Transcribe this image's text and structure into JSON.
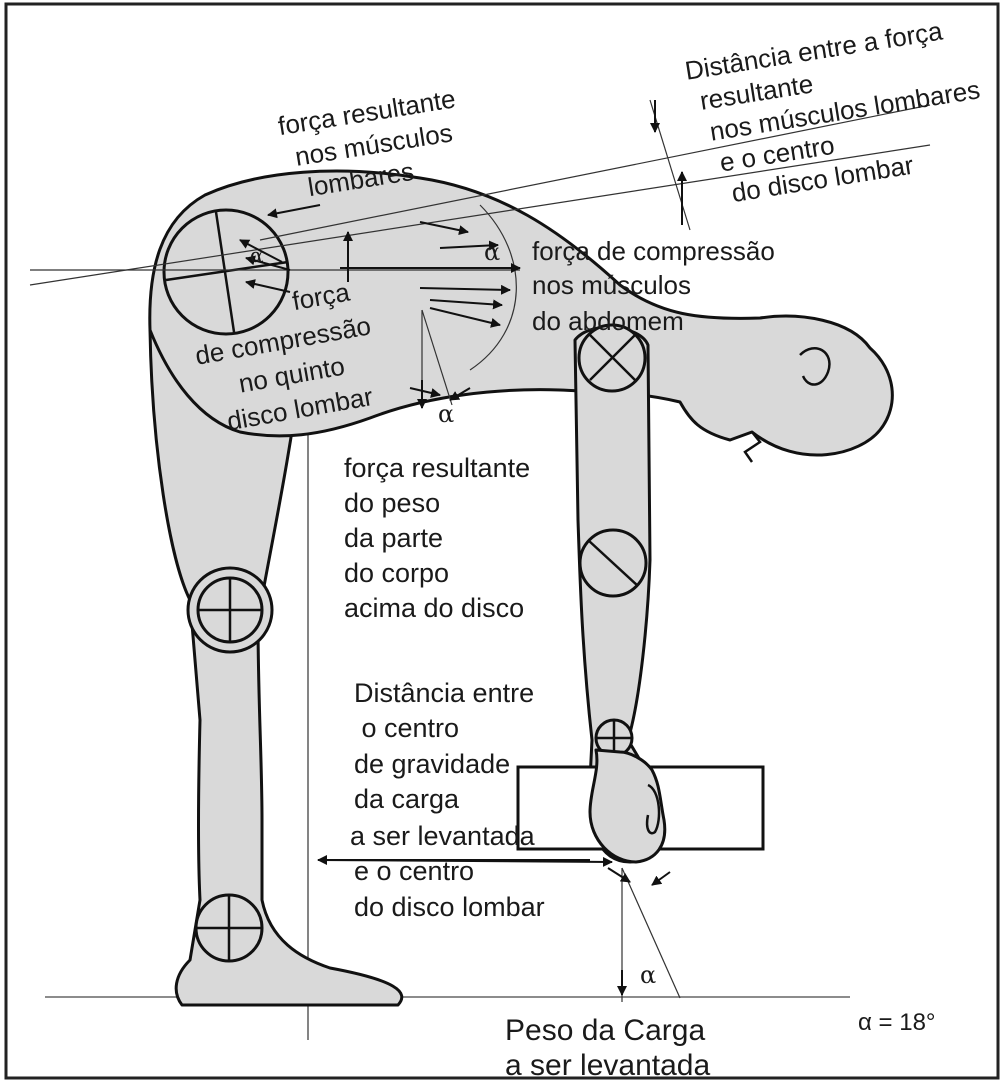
{
  "labels": {
    "force_lumbar_muscles": [
      "força resultante",
      "nos músculos",
      "lombares"
    ],
    "distance_force_disc": [
      "Distância entre a força",
      "resultante",
      "nos músculos lombares",
      "e o centro",
      "do disco lombar"
    ],
    "abdomen_compression": [
      "força de compressão",
      "nos músculos",
      "do abdomem"
    ],
    "fifth_disc_compression": [
      "força",
      "de compressão",
      "no quinto",
      "disco lombar"
    ],
    "body_weight_force": [
      "força resultante",
      "do peso",
      "da parte",
      "do corpo",
      "acima do disco"
    ],
    "distance_load_disc": [
      "Distância entre",
      " o centro",
      "de gravidade",
      "da carga",
      "a ser levantada",
      "e o centro",
      "do disco lombar"
    ],
    "load_weight": [
      "Peso da Carga",
      "a ser levantada"
    ],
    "alpha_symbol": "α",
    "alpha_value": "α = 18°"
  }
}
